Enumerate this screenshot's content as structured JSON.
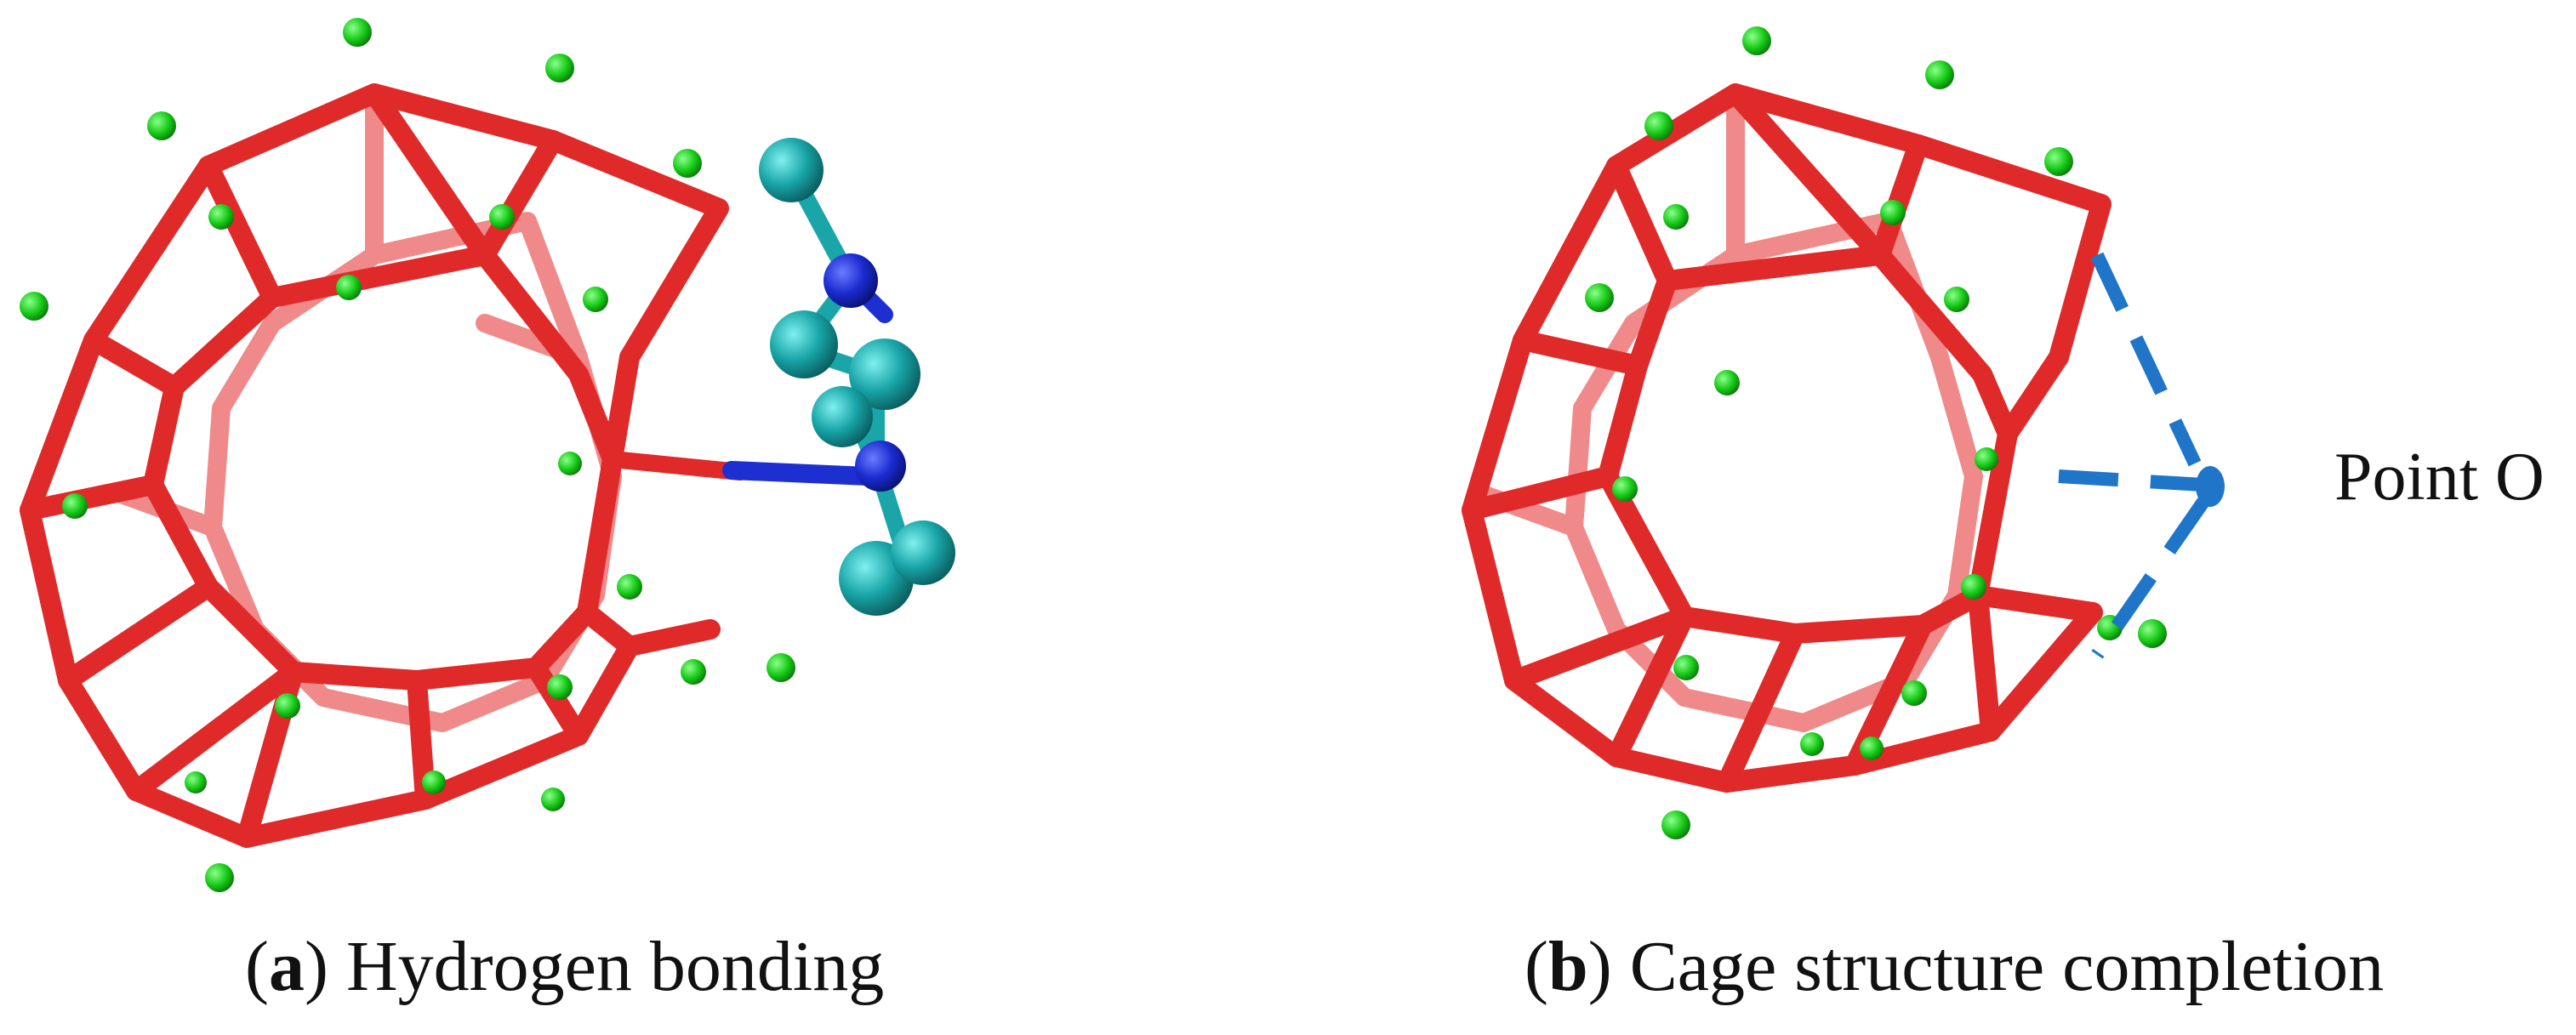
{
  "panels": [
    {
      "letter": "a",
      "title": "Hydrogen bonding"
    },
    {
      "letter": "b",
      "title": "Cage structure completion"
    }
  ],
  "annotation": {
    "point_label": "Point O"
  },
  "colors": {
    "cage_bond": "#e53030",
    "cage_bond_back": "#f08080",
    "hydrogen_atom": "#22cc22",
    "guest_carbon": "#1aa6a8",
    "guest_nitrogen": "#1d2fd0",
    "dashed_completion": "#1f76c8"
  }
}
